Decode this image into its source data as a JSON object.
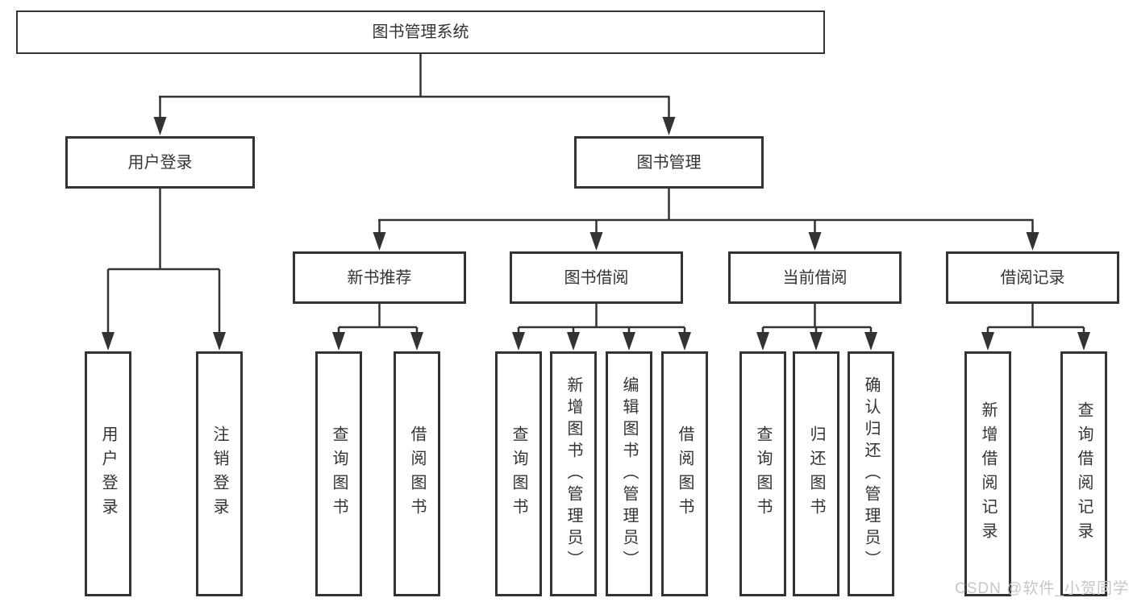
{
  "tree": {
    "root": {
      "label": "图书管理系统"
    },
    "level2": [
      {
        "label": "用户登录"
      },
      {
        "label": "图书管理"
      }
    ],
    "level3": [
      {
        "label": "新书推荐"
      },
      {
        "label": "图书借阅"
      },
      {
        "label": "当前借阅"
      },
      {
        "label": "借阅记录"
      }
    ],
    "leaves_login": [
      {
        "label": "用户登录"
      },
      {
        "label": "注销登录"
      }
    ],
    "leaves_new_books": [
      {
        "label": "查询图书"
      },
      {
        "label": "借阅图书"
      }
    ],
    "leaves_borrow": [
      {
        "label": "查询图书"
      },
      {
        "label": "新增图书（管理员）"
      },
      {
        "label": "编辑图书（管理员）"
      },
      {
        "label": "借阅图书"
      }
    ],
    "leaves_current": [
      {
        "label": "查询图书"
      },
      {
        "label": "归还图书"
      },
      {
        "label": "确认归还（管理员）"
      }
    ],
    "leaves_records": [
      {
        "label": "新增借阅记录"
      },
      {
        "label": "查询借阅记录"
      }
    ]
  },
  "watermark": "CSDN @软件_小贺同学",
  "colors": {
    "line": "#333333",
    "text": "#333333",
    "background": "#ffffff",
    "watermark": "#c6c6c6"
  }
}
